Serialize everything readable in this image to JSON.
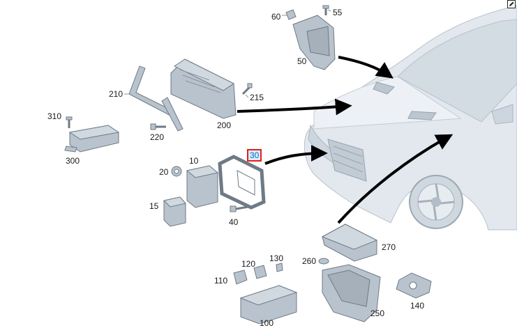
{
  "callouts": {
    "c10": "10",
    "c15": "15",
    "c20": "20",
    "c30": "30",
    "c40": "40",
    "c50": "50",
    "c55": "55",
    "c60": "60",
    "c100": "100",
    "c110": "110",
    "c120": "120",
    "c130": "130",
    "c140": "140",
    "c200": "200",
    "c210": "210",
    "c215": "215",
    "c220": "220",
    "c250": "250",
    "c260": "260",
    "c270": "270",
    "c300": "300",
    "c310": "310"
  },
  "highlighted_callout": "30",
  "colors": {
    "part_fill": "#b9c3cd",
    "part_stroke": "#6e7a86",
    "car_fill": "#e2e8ee",
    "car_stroke": "#b7c1cb",
    "arrow": "#000000",
    "highlight_border": "#e0201a",
    "highlight_text": "#1a66c2"
  }
}
